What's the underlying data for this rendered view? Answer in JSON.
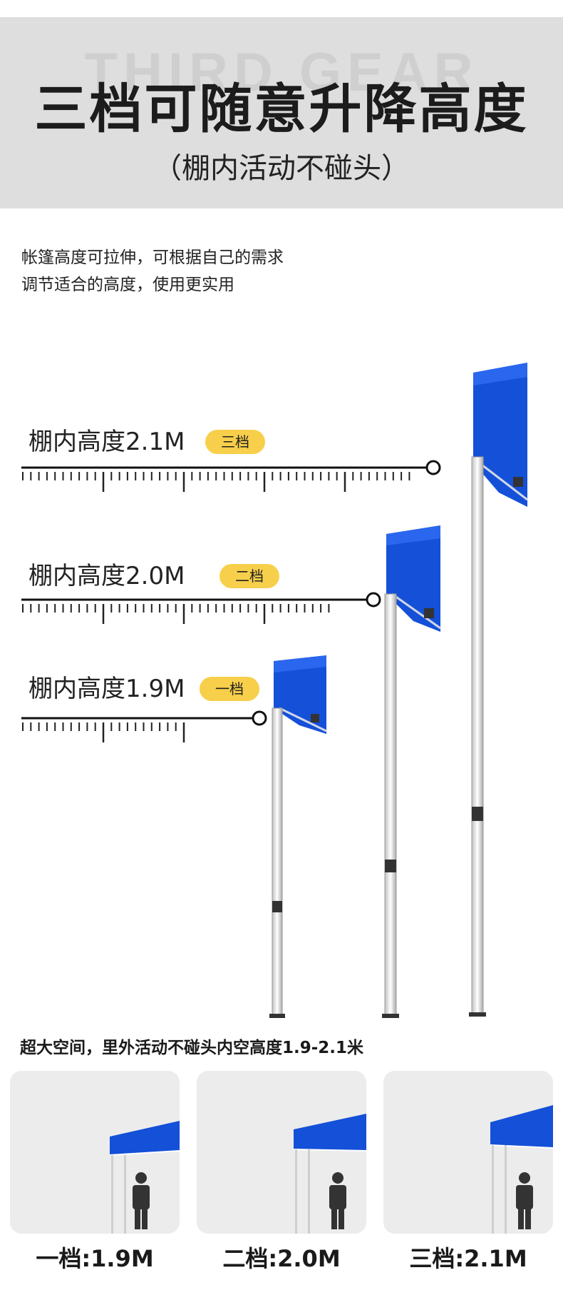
{
  "header": {
    "ghost_text": "THIRD GEAR",
    "title": "三档可随意升降高度",
    "subtitle": "（棚内活动不碰头）"
  },
  "intro": {
    "line1": "帐篷高度可拉伸，可根据自己的需求",
    "line2": "调节适合的高度，使用更实用"
  },
  "levels": [
    {
      "label": "棚内高度2.1M",
      "badge": "三档"
    },
    {
      "label": "棚内高度2.0M",
      "badge": "二档"
    },
    {
      "label": "棚内高度1.9M",
      "badge": "一档"
    }
  ],
  "bottom": {
    "caption": "超大空间，里外活动不碰头内空高度1.9-2.1米",
    "cards": [
      {
        "label": "一档:1.9M"
      },
      {
        "label": "二档:2.0M"
      },
      {
        "label": "三档:2.1M"
      }
    ]
  },
  "colors": {
    "canopy_blue": "#1450d8",
    "badge_yellow": "#f7cf4a",
    "header_gray": "#dedede",
    "card_gray": "#ececec"
  },
  "icons": [
    "canopy-tent-icon",
    "person-icon"
  ]
}
